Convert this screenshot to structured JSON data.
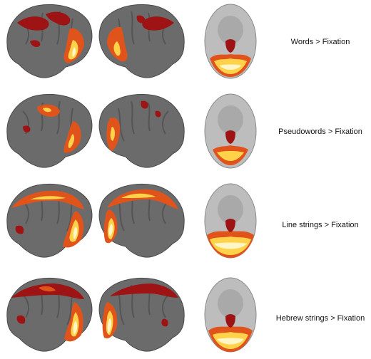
{
  "figure": {
    "rows": [
      {
        "id": "words",
        "label": "Words > Fixation"
      },
      {
        "id": "pseudowords",
        "label": "Pseudowords > Fixation"
      },
      {
        "id": "line-strings",
        "label": "Line strings > Fixation"
      },
      {
        "id": "hebrew-strings",
        "label": "Hebrew strings > Fixation"
      }
    ]
  },
  "colors": {
    "background": "#ffffff",
    "cortex": "#6b6b6b",
    "axial_slice": "#bdbdbd",
    "activation_low": "#9e1313",
    "activation_mid": "#e0541b",
    "activation_high": "#ffd24a",
    "activation_peak": "#fff6c8"
  },
  "icons": {
    "left_hemisphere": "brain-left-lateral-view",
    "right_hemisphere": "brain-right-lateral-view",
    "axial": "brain-axial-slice"
  }
}
